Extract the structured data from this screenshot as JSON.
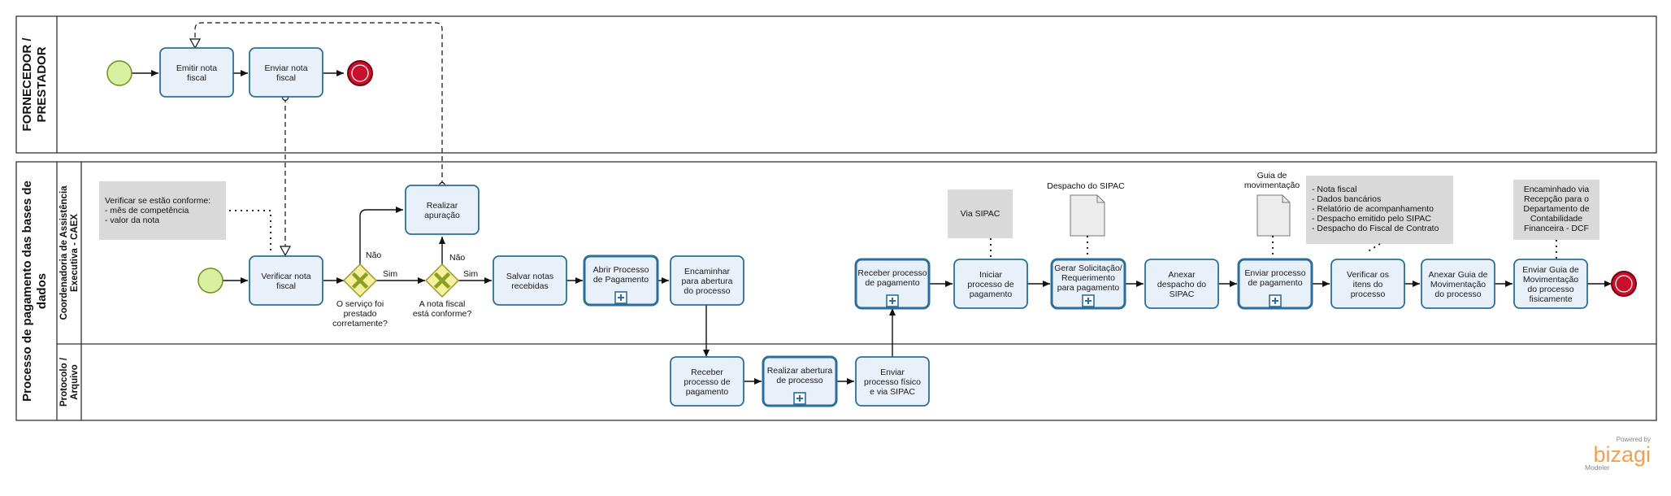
{
  "pools": {
    "fornecedor": {
      "label_line1": "FORNECEDOR /",
      "label_line2": "PRESTADOR"
    },
    "processo": {
      "label_line1": "Processo de pagamento das bases de",
      "label_line2": "dados",
      "lanes": {
        "caex": {
          "line1": "Coordenadoria de Assistência",
          "line2": "Executiva - CAEX"
        },
        "protocolo": {
          "line1": "Protocolo /",
          "line2": "Arquivo"
        }
      }
    }
  },
  "tasks": {
    "emitir": [
      "Emitir nota",
      "fiscal"
    ],
    "enviar_nota": [
      "Enviar nota",
      "fiscal"
    ],
    "verificar_nota": [
      "Verificar nota",
      "fiscal"
    ],
    "realizar_apuracao": [
      "Realizar",
      "apuração"
    ],
    "salvar_notas": [
      "Salvar notas",
      "recebidas"
    ],
    "abrir_processo": [
      "Abrir Processo",
      "de Pagamento"
    ],
    "encaminhar": [
      "Encaminhar",
      "para abertura",
      "do processo"
    ],
    "receber_protocolo": [
      "Receber",
      "processo de",
      "pagamento"
    ],
    "realizar_abertura": [
      "Realizar abertura",
      "de processo"
    ],
    "enviar_fisico": [
      "Enviar",
      "processo físico",
      "e via SIPAC"
    ],
    "receber_caex": [
      "Receber processo",
      "de pagamento"
    ],
    "iniciar": [
      "Iniciar",
      "processo de",
      "pagamento"
    ],
    "gerar": [
      "Gerar Solicitação/",
      "Requerimento",
      "para pagamento"
    ],
    "anexar_despacho": [
      "Anexar",
      "despacho do",
      "SIPAC"
    ],
    "enviar_processo": [
      "Enviar processo",
      "de pagamento"
    ],
    "verificar_itens": [
      "Verificar os",
      "itens do",
      "processo"
    ],
    "anexar_guia": [
      "Anexar Guia de",
      "Movimentação",
      "do processo"
    ],
    "enviar_guia": [
      "Enviar Guia de",
      "Movimentação",
      "do processo",
      "fisicamente"
    ]
  },
  "gateways": {
    "g1": {
      "question": [
        "O serviço foi",
        "prestado",
        "corretamente?"
      ],
      "no": "Não",
      "yes": "Sim"
    },
    "g2": {
      "question": [
        "A nota fiscal",
        "está conforme?"
      ],
      "no": "Não",
      "yes": "Sim"
    }
  },
  "annotations": {
    "verificar": [
      "Verificar se estão conforme:",
      "- mês de competência",
      "-  valor da nota"
    ],
    "via_sipac": [
      "Via SIPAC"
    ],
    "itens": [
      "- Nota fiscal",
      "- Dados bancários",
      "- Relatório de acompanhamento",
      "- Despacho  emitido pelo SIPAC",
      "- Despacho do Fiscal de Contrato"
    ],
    "encaminhado": [
      "Encaminhado via",
      "Recepção para o",
      "Departamento de",
      "Contabilidade",
      "Financeira - DCF"
    ]
  },
  "documents": {
    "despacho": [
      "Despacho do SIPAC"
    ],
    "guia": [
      "Guia de",
      "movimentação"
    ]
  },
  "branding": {
    "powered": "Powered by",
    "logo": "bizagi",
    "product": "Modeler"
  },
  "colors": {
    "task_fill": "#e8f0fa",
    "task_stroke": "#2c6e9b",
    "start_fill": "#d9f0a3",
    "start_stroke": "#6a8f1a",
    "end_fill": "#c8102e",
    "gateway_fill": "#f5f0a0",
    "gateway_stroke": "#9a9a2a",
    "annotation_fill": "#d9d9d9",
    "logo": "#f0a050"
  },
  "icons": {
    "subprocess_marker": "plus-square-icon",
    "gateway_marker": "x-mark-icon",
    "document": "document-icon"
  }
}
